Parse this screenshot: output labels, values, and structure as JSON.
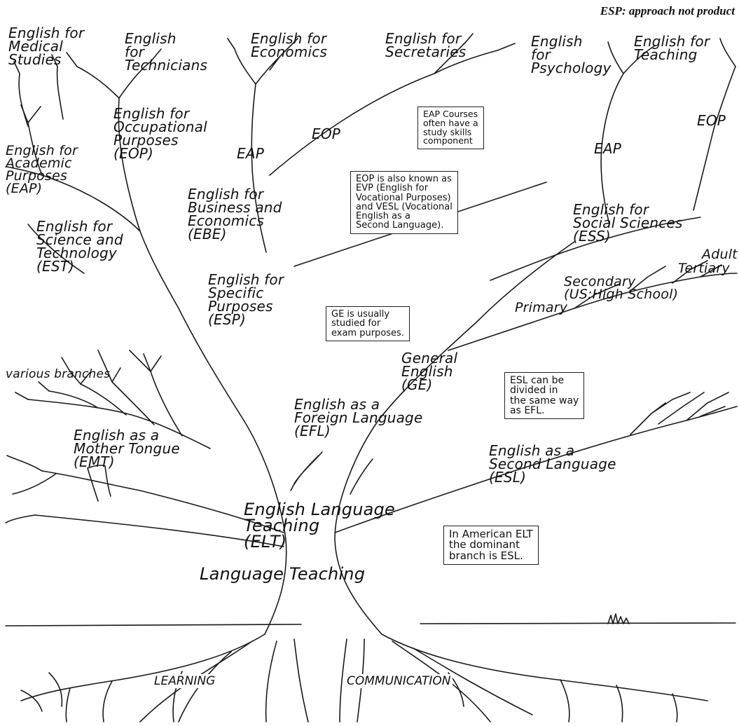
{
  "caption": "ESP: approach not product",
  "labels": {
    "medical": "English for\nMedical\nStudies",
    "technicians": "English\nfor\nTechnicians",
    "economics": "English for\nEconomics",
    "secretaries": "English for\nSecretaries",
    "psychology": "English\nfor\nPsychology",
    "teaching": "English for\nTeaching",
    "eop_full": "English for\nOccupational\nPurposes\n(EOP)",
    "eop_mid": "EOP",
    "eop_right": "EOP",
    "eap_left": "EAP",
    "eap_right": "EAP",
    "eap_full": "English for\nAcademic\nPurposes\n(EAP)",
    "ebe": "English for\nBusiness and\nEconomics\n(EBE)",
    "est": "English for\nScience and\nTechnology\n(EST)",
    "ess": "English for\nSocial Sciences\n(ESS)",
    "esp": "English for\nSpecific\nPurposes\n(ESP)",
    "adult": "Adult",
    "tertiary": "Tertiary",
    "secondary": "Secondary\n(US:High School)",
    "primary": "Primary",
    "ge": "General\nEnglish\n(GE)",
    "various": "various branches",
    "efl": "English as a\nForeign Language\n(EFL)",
    "emt": "English as a\nMother Tongue\n(EMT)",
    "esl": "English as a\nSecond Language\n(ESL)",
    "elt": "English Language\nTeaching\n(ELT)",
    "language_teaching": "Language Teaching",
    "learning": "LEARNING",
    "communication": "COMMUNICATION"
  },
  "notes": {
    "eap_courses": "EAP Courses\noften have a\nstudy skills\ncomponent",
    "eop_known": "EOP is also known as\nEVP (English for\nVocational Purposes)\nand VESL (Vocational\nEnglish as a\nSecond Language).",
    "ge_exam": "GE is usually\nstudied for\nexam purposes.",
    "esl_divided": "ESL can be\ndivided in\nthe same way\nas EFL.",
    "american_elt": "In American ELT\nthe dominant\nbranch is ESL."
  }
}
